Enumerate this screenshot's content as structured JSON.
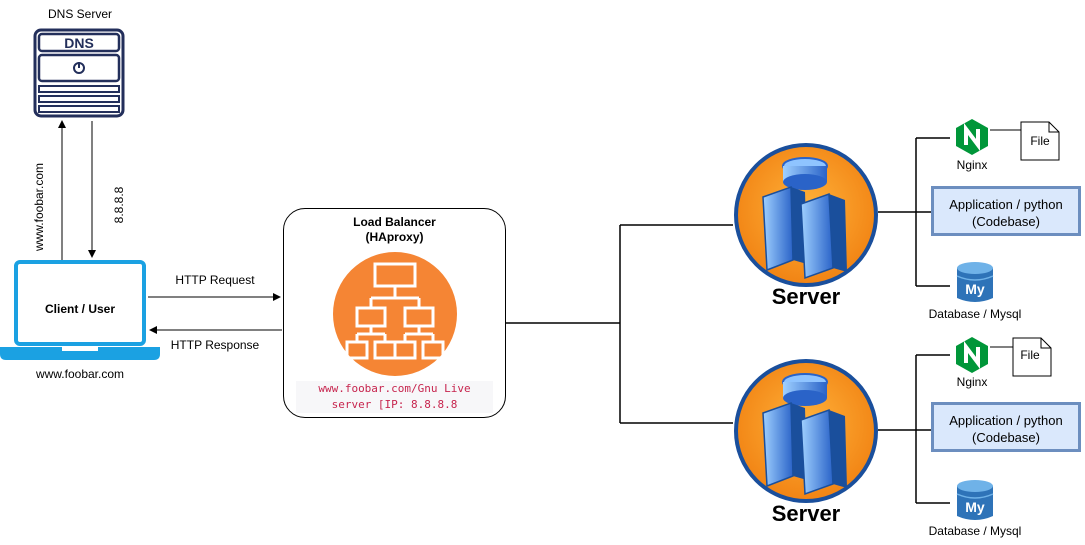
{
  "dns": {
    "label": "DNS Server",
    "sign": "DNS"
  },
  "client": {
    "label": "Client / User",
    "caption": "www.foobar.com"
  },
  "arrows": {
    "dns_query": "www.foobar.com",
    "dns_reply": "8.8.8.8",
    "http_request": "HTTP Request",
    "http_response": "HTTP Response"
  },
  "load_balancer": {
    "title_line1": "Load Balancer",
    "title_line2": "(HAproxy)",
    "url_line1": "www.foobar.com/Gnu Live",
    "url_line2": "server [IP: 8.8.8.8"
  },
  "servers": [
    {
      "label": "Server",
      "nginx": "Nginx",
      "file": "File",
      "app_line1": "Application / python",
      "app_line2": "(Codebase)",
      "db": "Database / Mysql"
    },
    {
      "label": "Server",
      "nginx": "Nginx",
      "file": "File",
      "app_line1": "Application / python",
      "app_line2": "(Codebase)",
      "db": "Database / Mysql"
    }
  ],
  "colors": {
    "dns_blue": "#232f5b",
    "client_blue": "#1ba1e2",
    "lb_orange": "#f58534",
    "nginx_green": "#009639",
    "db_blue": "#2e73b8",
    "app_fill": "#dae8fc",
    "app_border": "#6c8ebf",
    "url_red": "#c7254e"
  }
}
